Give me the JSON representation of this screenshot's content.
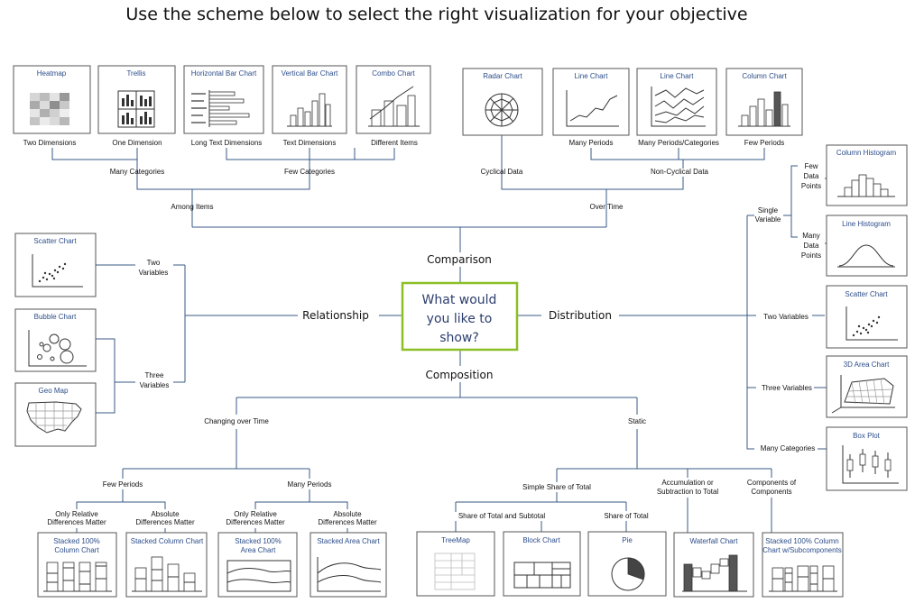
{
  "title": "Use the scheme below to select the right visualization for your objective",
  "hub": {
    "lines": [
      "What would",
      "you like to",
      "show?"
    ]
  },
  "categories": {
    "comparison": "Comparison",
    "relationship": "Relationship",
    "distribution": "Distribution",
    "composition": "Composition"
  },
  "labels": {
    "two_dimensions": "Two Dimensions",
    "one_dimension": "One Dimension",
    "long_text_dimensions": "Long Text Dimensions",
    "text_dimensions": "Text Dimensions",
    "different_items": "Different Items",
    "many_categories_top": "Many Categories",
    "few_categories": "Few Categories",
    "among_items": "Among Items",
    "many_periods": "Many Periods",
    "many_periods_categories": "Many Periods/Categories",
    "few_periods_top": "Few Periods",
    "cyclical_data": "Cyclical Data",
    "non_cyclical_data": "Non-Cyclical Data",
    "over_time": "Over Time",
    "two_variables_rel": [
      "Two",
      "Variables"
    ],
    "three_variables_rel": [
      "Three",
      "Variables"
    ],
    "single_variable": [
      "Single",
      "Variable"
    ],
    "few_data_points": [
      "Few",
      "Data",
      "Points"
    ],
    "many_data_points": [
      "Many",
      "Data",
      "Points"
    ],
    "two_variables_dist": "Two Variables",
    "three_variables_dist": "Three Variables",
    "many_categories_dist": "Many Categories",
    "changing_over_time": "Changing over Time",
    "static": "Static",
    "few_periods_comp": "Few Periods",
    "many_periods_comp": "Many Periods",
    "only_relative_1": [
      "Only Relative",
      "Differences Matter"
    ],
    "absolute_1": [
      "Absolute",
      "Differences Matter"
    ],
    "only_relative_2": [
      "Only Relative",
      "Differences Matter"
    ],
    "absolute_2": [
      "Absolute",
      "Differences Matter"
    ],
    "simple_share": "Simple Share of Total",
    "accumulation": [
      "Accumulation or",
      "Subtraction to Total"
    ],
    "components_of_components": [
      "Components of",
      "Components"
    ],
    "share_total_subtotal": "Share of Total and Subtotal",
    "share_of_total": "Share of Total"
  },
  "charts": {
    "heatmap": "Heatmap",
    "trellis": "Trellis",
    "horizontal_bar": "Horizontal Bar Chart",
    "vertical_bar": "Vertical Bar Chart",
    "combo": "Combo Chart",
    "radar": "Radar Chart",
    "line_1": "Line Chart",
    "line_2": "Line Chart",
    "column": "Column Chart",
    "scatter_rel": "Scatter Chart",
    "bubble": "Bubble Chart",
    "geo_map": "Geo Map",
    "column_histogram": "Column Histogram",
    "line_histogram": "Line Histogram",
    "scatter_dist": "Scatter Chart",
    "area_3d": "3D Area Chart",
    "box_plot": "Box Plot",
    "stacked_100_column": [
      "Stacked 100%",
      "Column Chart"
    ],
    "stacked_column": "Stacked Column Chart",
    "stacked_100_area": [
      "Stacked 100%",
      "Area Chart"
    ],
    "stacked_area": "Stacked Area Chart",
    "treemap": "TreeMap",
    "block_chart": "Block Chart",
    "pie": "Pie",
    "waterfall": "Waterfall Chart",
    "stacked_100_subcomponents": [
      "Stacked 100% Column",
      "Chart w/Subcomponents"
    ]
  },
  "colors": {
    "connector": "#3a5a86",
    "hub_border": "#8cbf26",
    "hub_text": "#2c3e6e",
    "chart_title": "#2c4d8a"
  }
}
